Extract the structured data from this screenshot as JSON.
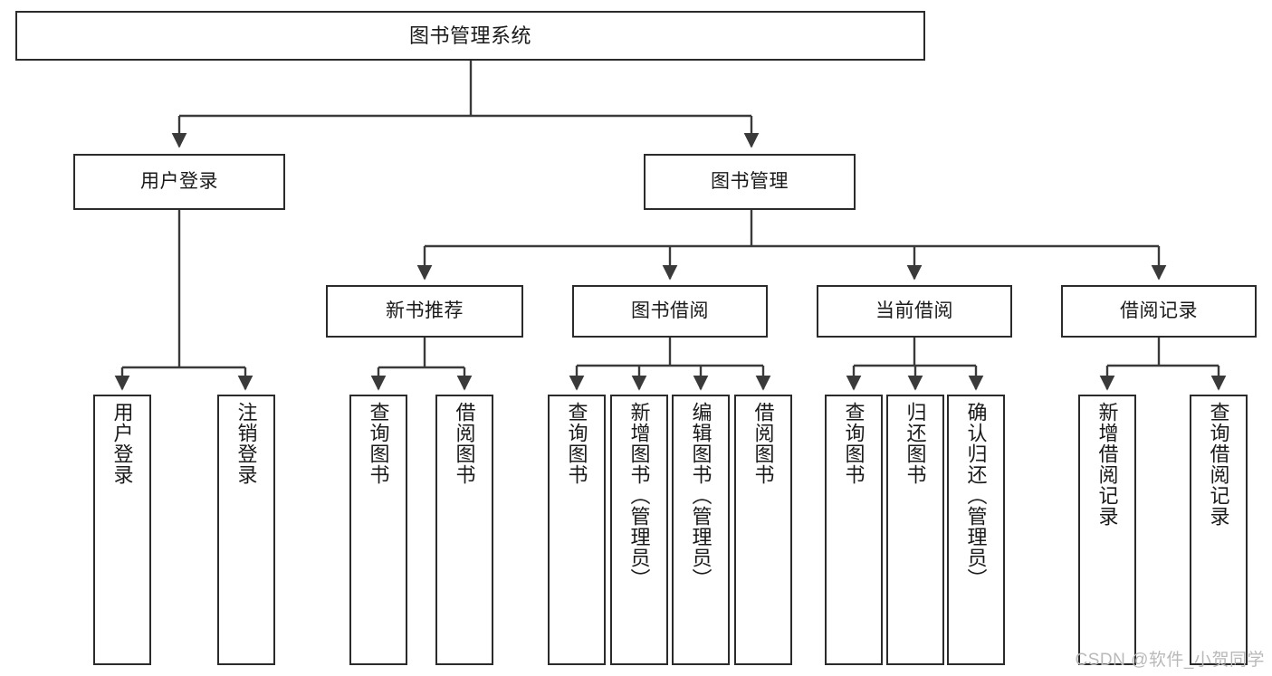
{
  "diagram": {
    "title": "图书管理系统",
    "type": "tree-hierarchy",
    "root": {
      "label": "图书管理系统"
    },
    "level2": [
      {
        "label": "用户登录"
      },
      {
        "label": "图书管理"
      }
    ],
    "level3": [
      {
        "label": "新书推荐"
      },
      {
        "label": "图书借阅"
      },
      {
        "label": "当前借阅"
      },
      {
        "label": "借阅记录"
      }
    ],
    "leaves": {
      "user_login": [
        {
          "label": "用户登录"
        },
        {
          "label": "注销登录"
        }
      ],
      "new_book_recommend": [
        {
          "label": "查询图书"
        },
        {
          "label": "借阅图书"
        }
      ],
      "book_borrow": [
        {
          "label": "查询图书"
        },
        {
          "label": "新增图书（管理员）"
        },
        {
          "label": "编辑图书（管理员）"
        },
        {
          "label": "借阅图书"
        }
      ],
      "current_borrow": [
        {
          "label": "查询图书"
        },
        {
          "label": "归还图书"
        },
        {
          "label": "确认归还（管理员）"
        }
      ],
      "borrow_record": [
        {
          "label": "新增借阅记录"
        },
        {
          "label": "查询借阅记录"
        }
      ]
    }
  },
  "watermark": {
    "text": "CSDN @软件_小贺同学"
  },
  "colors": {
    "box_border": "#2b2b2b",
    "line": "#3a3a3a",
    "background": "#ffffff",
    "text": "#1a1a1a",
    "watermark": "#b9b9b9"
  }
}
